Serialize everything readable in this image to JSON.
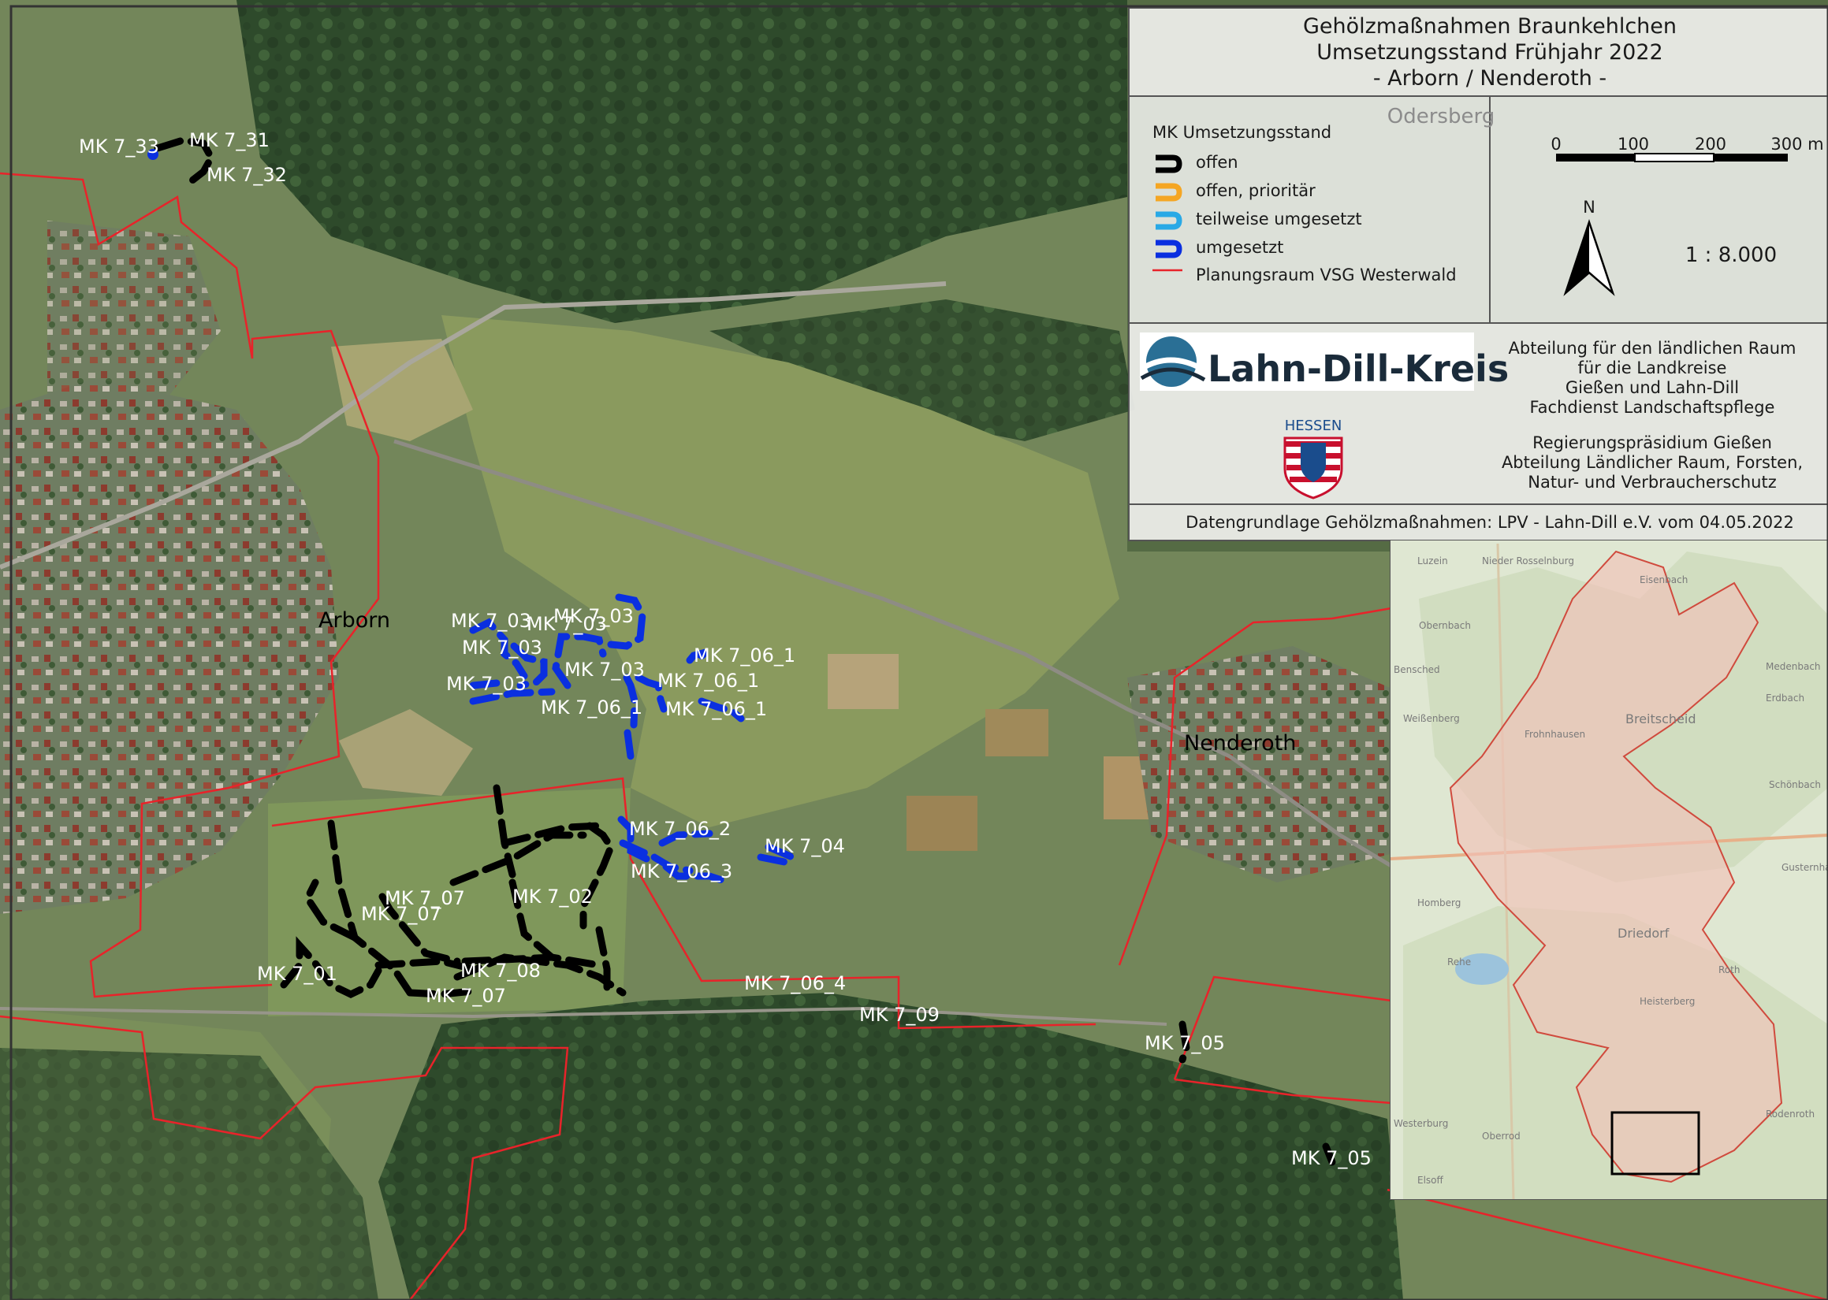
{
  "title": {
    "line1": "Gehölzmaßnahmen Braunkehlchen",
    "line2": "Umsetzungsstand Frühjahr 2022",
    "line3": "- Arborn / Nenderoth -"
  },
  "legend": {
    "heading": "MK Umsetzungsstand",
    "items": [
      {
        "label": "offen",
        "color": "#000000"
      },
      {
        "label": "offen, prioritär",
        "color": "#f5a623"
      },
      {
        "label": "teilweise umgesetzt",
        "color": "#29a9e6"
      },
      {
        "label": "umgesetzt",
        "color": "#0a2fe0"
      },
      {
        "label": "Planungsraum VSG Westerwald",
        "color": "#e8232a"
      }
    ]
  },
  "scale": {
    "ticks": [
      "0",
      "100",
      "200",
      "300 m"
    ],
    "north": "N",
    "ratio": "1 : 8.000"
  },
  "org": {
    "logo_text": "Lahn-Dill-Kreis",
    "hessen": "HESSEN",
    "line1": "Abteilung für den ländlichen Raum",
    "line2": "für die Landkreise",
    "line3": "Gießen und Lahn-Dill",
    "line4": "Fachdienst Landschaftspflege",
    "line5": "Regierungspräsidium Gießen",
    "line6": "Abteilung Ländlicher Raum, Forsten,",
    "line7": "Natur- und Verbraucherschutz"
  },
  "source": "Datengrundlage Gehölzmaßnahmen: LPV - Lahn-Dill e.V. vom 04.05.2022",
  "places": {
    "arborn": "Arborn",
    "nenderoth": "Nenderoth",
    "odersberg": "Odersberg"
  },
  "overview_places": [
    "Luzein",
    "Nieder Rosselnburg",
    "Eisenbach",
    "Obernbach",
    "Bensched",
    "Weißenberg",
    "Frohnhausen",
    "Breitscheid",
    "Medenbach",
    "Erdbach",
    "Schönbach",
    "Gusternhain",
    "Homberg",
    "Rehe",
    "Driedorf",
    "Roth",
    "Heisterberg",
    "Rodenroth",
    "Westerburg",
    "Oberrod",
    "Elsoff"
  ],
  "measures": [
    "MK 7_33",
    "MK 7_31",
    "MK 7_32",
    "MK 7_03",
    "MK 7_03",
    "MK 7_03",
    "MK 7_03",
    "MK 7_03",
    "MK 7_03",
    "MK 7_06_1",
    "MK 7_06_1",
    "MK 7_06_1",
    "MK 7_06_1",
    "MK 7_06_2",
    "MK 7_04",
    "MK 7_06_3",
    "MK 7_07",
    "MK 7_07",
    "MK 7_02",
    "MK 7_01",
    "MK 7_08",
    "MK 7_07",
    "MK 7_06_4",
    "MK 7_09",
    "MK 7_05",
    "MK 7_05"
  ]
}
